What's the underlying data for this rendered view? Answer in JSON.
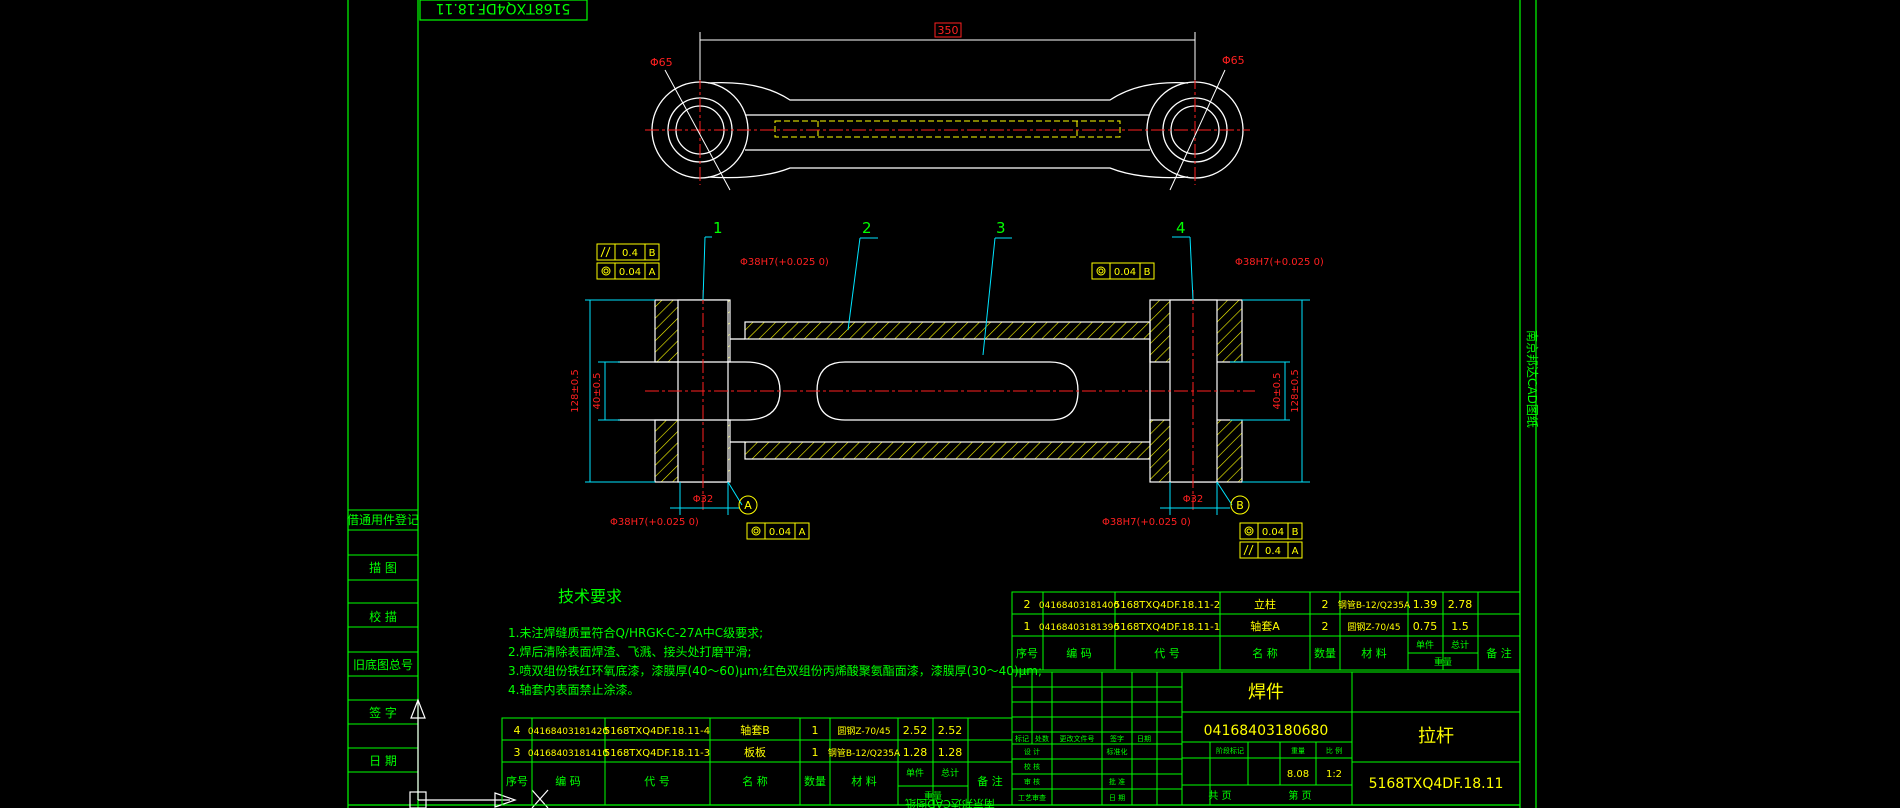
{
  "colors": {
    "background": "#000000",
    "frame": "#00ff00",
    "outline": "#ffffff",
    "dimension": "#ff2020",
    "leader": "#00e5ff",
    "hatch": "#ffff00",
    "centerline": "#ff2020"
  },
  "title_fragment": "5168TXQ4DF.18.11",
  "top_view": {
    "dim_length": "350",
    "dia_left": "Φ65",
    "dia_right": "Φ65"
  },
  "section_view": {
    "balloons": [
      "1",
      "2",
      "3",
      "4"
    ],
    "left_fit_top": "Φ38H7(+0.025 0)",
    "right_fit_top": "Φ38H7(+0.025 0)",
    "left_fit_bottom": "Φ38H7(+0.025 0)",
    "right_fit_bottom": "Φ38H7(+0.025 0)",
    "dim_128_left": "128±0.5",
    "dim_40_left": "40±0.5",
    "dim_128_right": "128±0.5",
    "dim_40_right": "40±0.5",
    "dia_32_left": "Φ32",
    "dia_32_right": "Φ32",
    "datum_a": "A",
    "datum_b": "B",
    "tol_parallel": "0.4",
    "tol_coax": "0.04"
  },
  "tech": {
    "title": "技术要求",
    "lines": [
      "1.未注焊缝质量符合Q/HRGK-C-27A中C级要求;",
      "2.焊后清除表面焊渣、飞溅、接头处打磨平滑;",
      "3.喷双组份铁红环氧底漆，漆膜厚(40～60)μm;红色双组份丙烯酸聚氨酯面漆，漆膜厚(30～40)μm;",
      "4.轴套内表面禁止涂漆。"
    ]
  },
  "side_labels": [
    "借通用件登记",
    "描 图",
    "校 描",
    "旧底图总号",
    "签 字",
    "日 期"
  ],
  "vertical_right": "南京邦达CAD图纸",
  "bom_upper": {
    "rows": [
      [
        "2",
        "04168403181400",
        "5168TXQ4DF.18.11-2",
        "立柱",
        "2",
        "钢管B-12/Q235A",
        "1.39",
        "2.78"
      ],
      [
        "1",
        "04168403181390",
        "5168TXQ4DF.18.11-1",
        "轴套A",
        "2",
        "圆钢Z-70/45",
        "0.75",
        "1.5"
      ]
    ],
    "header": [
      "序号",
      "编 码",
      "代 号",
      "名 称",
      "数量",
      "材 料",
      "单件",
      "总计",
      "备 注"
    ],
    "header_weight": "重量"
  },
  "bom_lower": {
    "rows": [
      [
        "4",
        "04168403181420",
        "5168TXQ4DF.18.11-4",
        "轴套B",
        "1",
        "圆钢Z-70/45",
        "2.52",
        "2.52"
      ],
      [
        "3",
        "04168403181410",
        "5168TXQ4DF.18.11-3",
        "板板",
        "1",
        "钢管B-12/Q235A",
        "1.28",
        "1.28"
      ]
    ],
    "header": [
      "序号",
      "编 码",
      "代 号",
      "名 称",
      "数量",
      "材 料",
      "单件",
      "总计",
      "备 注"
    ],
    "header_weight": "重量"
  },
  "title_block": {
    "title_type": "焊件",
    "code": "04168403180680",
    "part_name": "拉杆",
    "drawing_no": "5168TXQ4DF.18.11",
    "weight": "8.08",
    "scale": "1:2",
    "sheet_total": "共 页",
    "sheet_no": "第 页",
    "labels_small": [
      "标记",
      "处数",
      "更改文件号",
      "签字",
      "日期",
      "设 计",
      "标准化",
      "阶段标记",
      "重量",
      "比 例",
      "校 核",
      "审 核",
      "工艺审查",
      "批 准",
      "日 期"
    ]
  },
  "bottom_fragment": "南京邦达CAD图纸"
}
